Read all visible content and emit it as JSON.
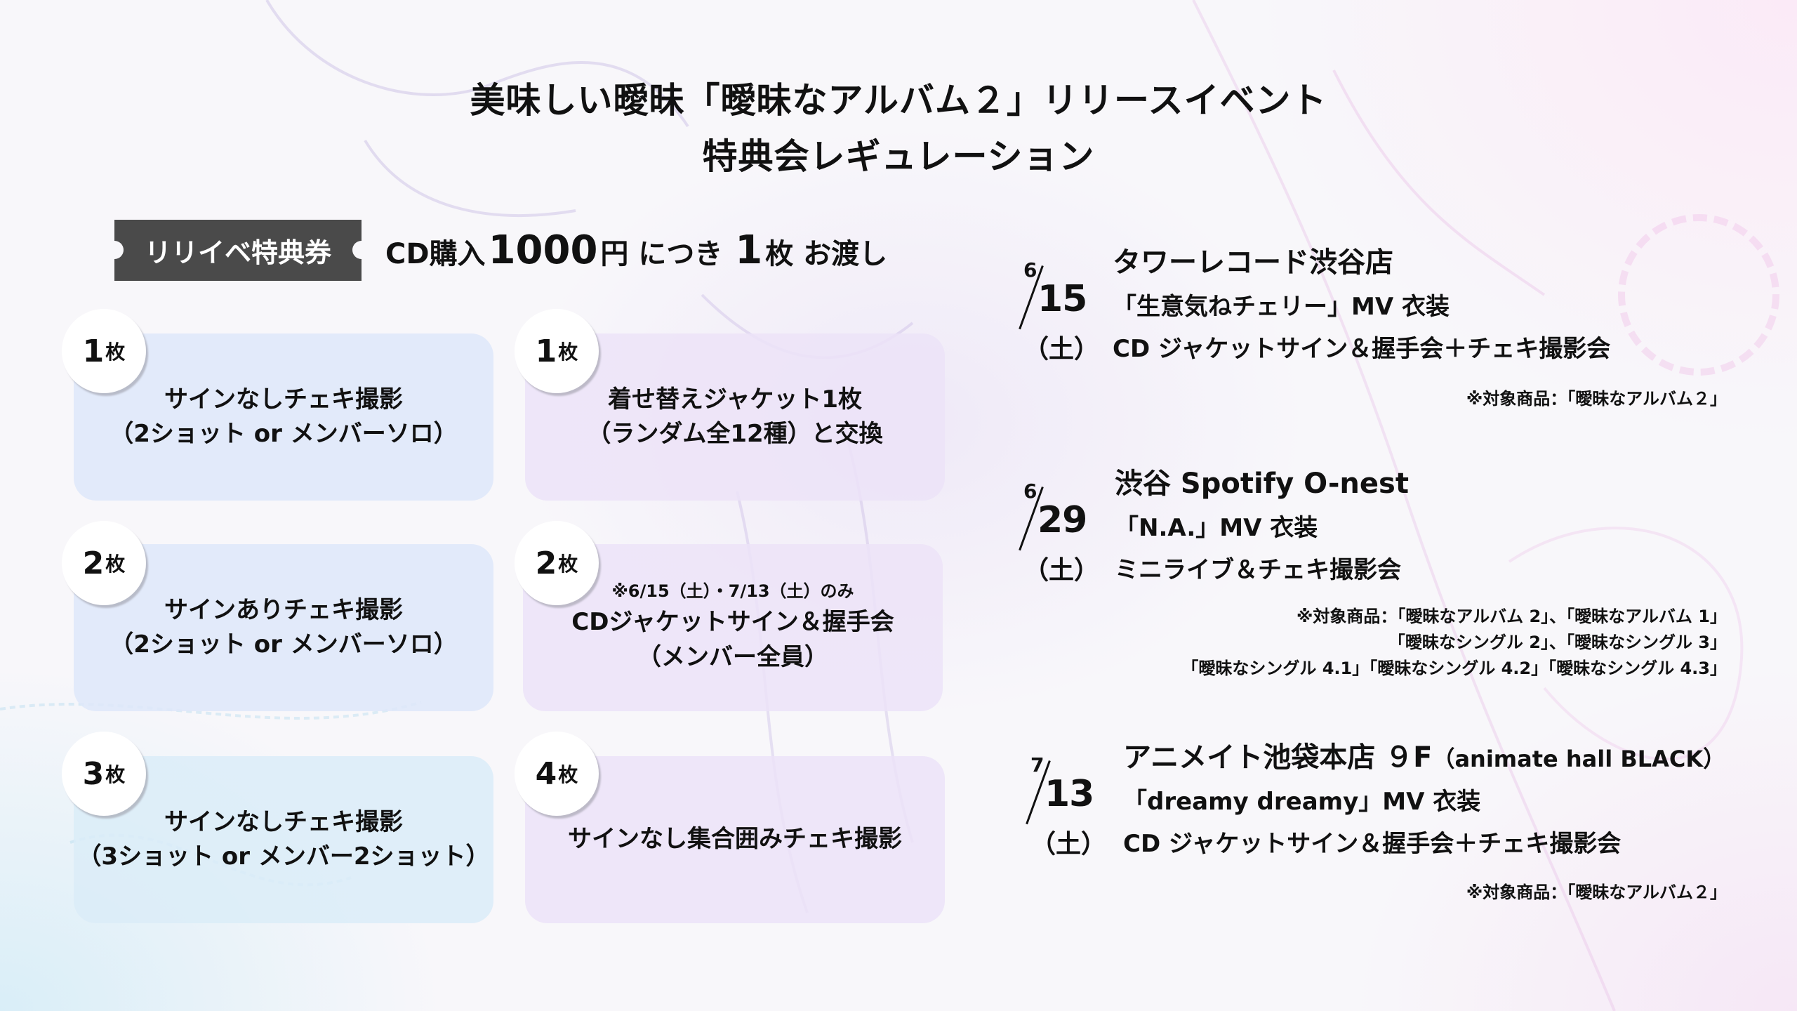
{
  "header": {
    "title_line1": "美味しい曖昧「曖昧なアルバム２」リリースイベント",
    "title_line2": "特典会レギュレーション"
  },
  "ticket": {
    "label": "リリイベ特典券",
    "desc_prefix": "CD購入",
    "desc_amount": "1000",
    "desc_yen": "円 につき ",
    "desc_count": "1",
    "desc_suffix": "枚 お渡し"
  },
  "perks": [
    {
      "count": "1",
      "unit": "枚",
      "note": "",
      "line1": "サインなしチェキ撮影",
      "line2": "（2ショット or メンバーソロ）"
    },
    {
      "count": "1",
      "unit": "枚",
      "note": "",
      "line1": "着せ替えジャケット1枚",
      "line2": "（ランダム全12種）と交換"
    },
    {
      "count": "2",
      "unit": "枚",
      "note": "",
      "line1": "サインありチェキ撮影",
      "line2": "（2ショット or メンバーソロ）"
    },
    {
      "count": "2",
      "unit": "枚",
      "note": "※6/15（土）・7/13（土）のみ",
      "line1": "CDジャケットサイン＆握手会",
      "line2": "（メンバー全員）"
    },
    {
      "count": "3",
      "unit": "枚",
      "note": "",
      "line1": "サインなしチェキ撮影",
      "line2": "（3ショット or メンバー2ショット）"
    },
    {
      "count": "4",
      "unit": "枚",
      "note": "",
      "line1": "サインなし集合囲みチェキ撮影",
      "line2": ""
    }
  ],
  "events": [
    {
      "month": "6",
      "day": "15",
      "weekday": "（土）",
      "venue": "タワーレコード渋谷店",
      "venue_sub": "",
      "costume": "「生意気ねチェリー」MV 衣装",
      "activity": "CD ジャケットサイン＆握手会＋チェキ撮影会",
      "notes": [
        "※対象商品：「曖昧なアルバム２」"
      ]
    },
    {
      "month": "6",
      "day": "29",
      "weekday": "（土）",
      "venue": "渋谷 Spotify O-nest",
      "venue_sub": "",
      "costume": "「N.A.」MV 衣装",
      "activity": "ミニライブ＆チェキ撮影会",
      "notes": [
        "※対象商品：「曖昧なアルバム 2」、「曖昧なアルバム 1」",
        "「曖昧なシングル 2」、「曖昧なシングル 3」",
        "「曖昧なシングル 4.1」「曖昧なシングル 4.2」「曖昧なシングル 4.3」"
      ]
    },
    {
      "month": "7",
      "day": "13",
      "weekday": "（土）",
      "venue": "アニメイト池袋本店 ９F",
      "venue_sub": "（animate hall BLACK）",
      "costume": "「dreamy dreamy」MV 衣装",
      "activity": "CD ジャケットサイン＆握手会＋チェキ撮影会",
      "notes": [
        "※対象商品：「曖昧なアルバム２」"
      ]
    }
  ],
  "colors": {
    "ticket_bg": "#4a4a4a",
    "card_blue": "#dee8f9",
    "card_lavender": "#ece3f8",
    "card_sky": "#daecf8",
    "text": "#111111"
  }
}
